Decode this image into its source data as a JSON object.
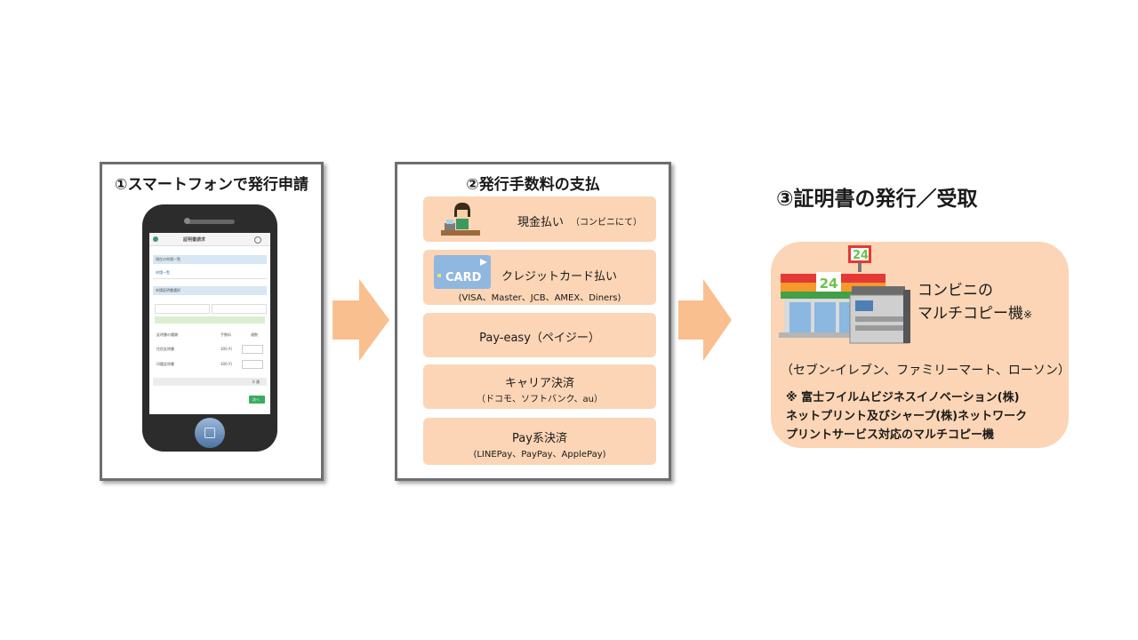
{
  "step1": {
    "title": "①スマートフォンで発行申請",
    "phone_screen": {
      "app_title": "証明書請求",
      "section1": "現在の申請一覧",
      "link1": "申請一覧",
      "section2": "申請証明書選択",
      "col1": "証明書の種類",
      "col2": "手数料",
      "col3": "通数",
      "row1": "住民証明書",
      "row1_fee": "300 円",
      "row2": "印鑑証明書",
      "row2_fee": "300 円",
      "total": "0 通",
      "next_button": "次へ"
    }
  },
  "step2": {
    "title": "②発行手数料の支払",
    "options": [
      {
        "label": "現金払い",
        "note": "（コンビニにて）"
      },
      {
        "label": "クレジットカード払い",
        "note": "(VISA、Master、JCB、AMEX、Diners)"
      },
      {
        "label": "Pay-easy（ペイジー）",
        "note": ""
      },
      {
        "label": "キャリア決済",
        "note": "（ドコモ、ソフトバンク、au）"
      },
      {
        "label": "Pay系決済",
        "note": "(LINEPay、PayPay、ApplePay)"
      }
    ],
    "card_text": "CARD"
  },
  "step3": {
    "title": "③証明書の発行／受取",
    "machine_line1": "コンビニの",
    "machine_line2": "マルチコピー機",
    "note_mark": "※",
    "stores": "（セブン-イレブン、ファミリーマート、ローソン）",
    "footnote1": "※ 富士フイルムビジネスイノベーション(株)",
    "footnote2": "ネットプリント及びシャープ(株)ネットワーク",
    "footnote3": "プリントサービス対応のマルチコピー機",
    "sign_24": "24"
  },
  "colors": {
    "panel_border": "#6e6e6e",
    "option_fill": "#fbd5b5",
    "arrow": "#f9bf8f",
    "phone_body": "#2c2c2c"
  }
}
